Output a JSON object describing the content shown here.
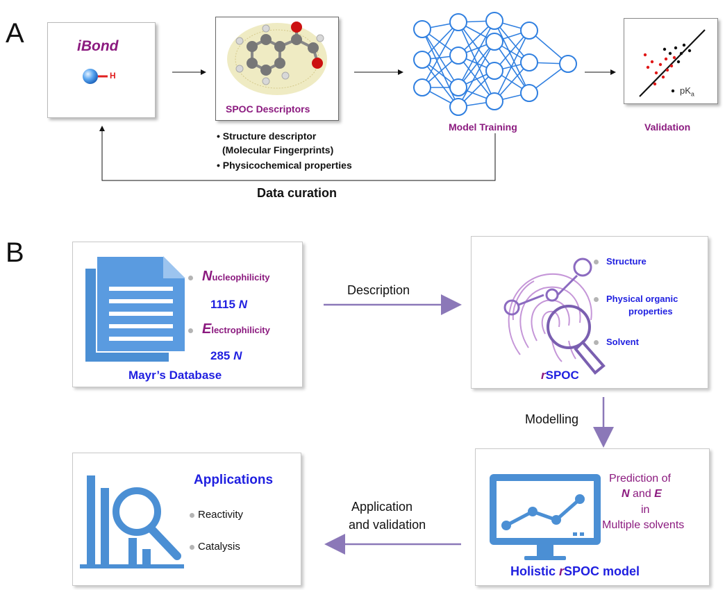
{
  "panel_a": {
    "letter": "A",
    "ibond": {
      "title": "iBond",
      "h_label": "H"
    },
    "spoc": {
      "label": "SPOC Descriptors"
    },
    "descriptor_list": [
      {
        "text": "• Structure descriptor"
      },
      {
        "text": "(Molecular Fingerprints)"
      },
      {
        "text": "• Physicochemical properties"
      }
    ],
    "model_training": {
      "label": "Model Training"
    },
    "validation": {
      "label": "Validation",
      "pka_label": "pK",
      "pka_sub": "a"
    },
    "data_curation": "Data curation"
  },
  "panel_b": {
    "letter": "B",
    "mayr": {
      "nucleo_initial": "N",
      "nucleo_rest": "ucleophilicity",
      "nucleo_count": "1115",
      "nucleo_unit": "N",
      "electro_initial": "E",
      "electro_rest": "lectrophilicity",
      "electro_count": "285",
      "electro_unit": "N",
      "title": "Mayr’s Database"
    },
    "description_label": "Description",
    "rspoc": {
      "items": [
        "Structure",
        "Physical organic",
        "properties",
        "Solvent"
      ],
      "prefix": "r",
      "title": "SPOC"
    },
    "modelling_label": "Modelling",
    "holistic": {
      "pred_line1": "Prediction of",
      "pred_n": "N",
      "pred_and": "and",
      "pred_e": "E",
      "pred_in": "in",
      "pred_line4": "Multiple solvents",
      "title_pre": "Holistic ",
      "title_r": "r",
      "title_post": "SPOC model"
    },
    "application_label_1": "Application",
    "application_label_2": "and validation",
    "applications": {
      "title": "Applications",
      "items": [
        "Reactivity",
        "Catalysis"
      ]
    }
  },
  "colors": {
    "purple": "#8b1a7f",
    "blue": "#1f1fe0",
    "network": "#2f7fe0",
    "flow_arrow": "#8b78b8",
    "icon_blue": "#4b8fd4"
  }
}
